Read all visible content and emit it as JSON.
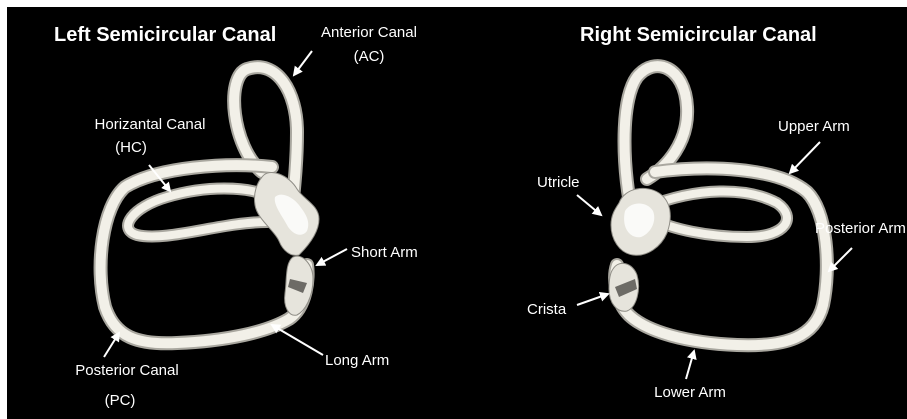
{
  "left": {
    "title": "Left Semicircular Canal",
    "labels": {
      "anterior_canal": "Anterior Canal",
      "anterior_abbr": "(AC)",
      "horizontal_canal": "Horizantal Canal",
      "horizontal_abbr": "(HC)",
      "short_arm": "Short Arm",
      "long_arm": "Long Arm",
      "posterior_canal": "Posterior Canal",
      "posterior_abbr": "(PC)"
    }
  },
  "right": {
    "title": "Right  Semicircular Canal",
    "labels": {
      "upper_arm": "Upper Arm",
      "utricle": "Utricle",
      "posterior_arm": "Posterior Arm",
      "crista": "Crista",
      "lower_arm": "Lower Arm"
    }
  },
  "colors": {
    "background": "#000000",
    "bone": "#f2f0e8",
    "bone_shadow": "#a9a79f",
    "text": "#ffffff"
  }
}
